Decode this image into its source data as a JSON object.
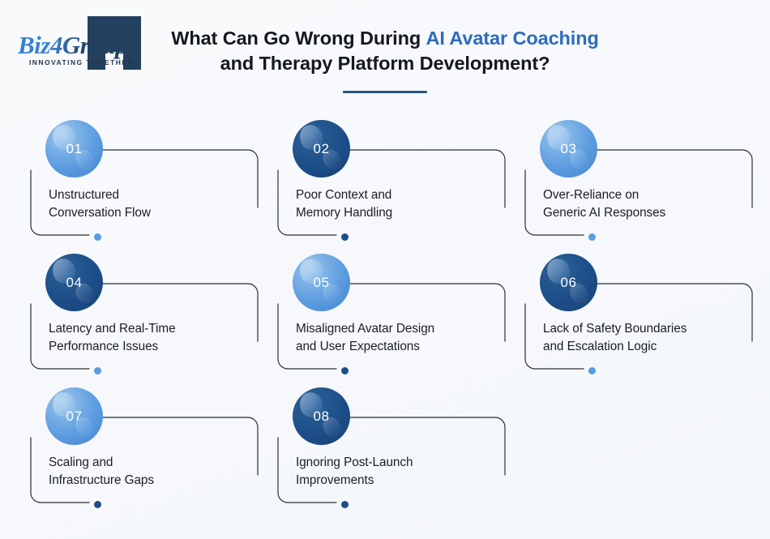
{
  "brand": {
    "wordmark": "Biz4Group",
    "tagline": "INNOVATING TOGETHER",
    "mark_icon": "bracket-mark-icon",
    "mark_color": "#23405e"
  },
  "header": {
    "title_line1_plain": "What Can Go Wrong During ",
    "title_line1_accent": "AI Avatar Coaching",
    "title_line2": "and Therapy Platform Development?",
    "accent_color": "#2e6bbf",
    "rule_color": "#28557f"
  },
  "theme": {
    "background": "#f7f9fb",
    "light_blue": "#5b9bdf",
    "navy": "#1d4e89",
    "outline": "#2b2f35",
    "text": "#1b1e22"
  },
  "cards": [
    {
      "number": "01",
      "title": "Unstructured\nConversation Flow",
      "line1": "Unstructured",
      "line2": "Conversation Flow",
      "bubble_variant": "light",
      "dot_variant": "light"
    },
    {
      "number": "02",
      "title": "Poor Context and\nMemory Handling",
      "line1": "Poor Context and",
      "line2": "Memory Handling",
      "bubble_variant": "dark",
      "dot_variant": "dark"
    },
    {
      "number": "03",
      "title": "Over-Reliance on\nGeneric AI Responses",
      "line1": "Over-Reliance on",
      "line2": "Generic AI Responses",
      "bubble_variant": "light",
      "dot_variant": "light"
    },
    {
      "number": "04",
      "title": "Latency and Real-Time\nPerformance Issues",
      "line1": "Latency and Real-Time",
      "line2": "Performance Issues",
      "bubble_variant": "dark",
      "dot_variant": "light"
    },
    {
      "number": "05",
      "title": "Misaligned Avatar Design\nand User Expectations",
      "line1": "Misaligned Avatar Design",
      "line2": "and User Expectations",
      "bubble_variant": "light",
      "dot_variant": "dark"
    },
    {
      "number": "06",
      "title": "Lack of Safety Boundaries\nand Escalation Logic",
      "line1": "Lack of Safety Boundaries",
      "line2": "and Escalation Logic",
      "bubble_variant": "dark",
      "dot_variant": "light"
    },
    {
      "number": "07",
      "title": "Scaling and\nInfrastructure Gaps",
      "line1": "Scaling and",
      "line2": "Infrastructure Gaps",
      "bubble_variant": "light",
      "dot_variant": "dark"
    },
    {
      "number": "08",
      "title": "Ignoring Post-Launch\nImprovements",
      "line1": "Ignoring Post-Launch",
      "line2": "Improvements",
      "bubble_variant": "dark",
      "dot_variant": "dark"
    }
  ]
}
